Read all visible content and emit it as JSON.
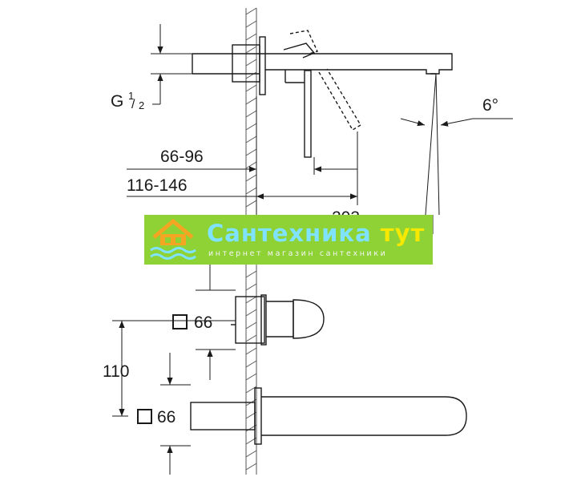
{
  "labels": {
    "thread_g": "G",
    "thread_num": "1",
    "thread_den": "2",
    "angle": "6°",
    "dim_66_96": "66-96",
    "dim_116_146": "116-146",
    "dim_203": "203",
    "dim_110": "110",
    "sq_upper": "66",
    "sq_lower": "66"
  },
  "watermark": {
    "title_main": "Сантехника",
    "title_accent": "тут",
    "subtitle": "интернет магазин сантехники"
  },
  "colors": {
    "line": "#1a1a1a",
    "wall_hatch": "#555555",
    "banner_bg": "#8ed236",
    "banner_title": "#7fe3ff",
    "banner_accent": "#f6e800",
    "logo": "#f4a623"
  }
}
